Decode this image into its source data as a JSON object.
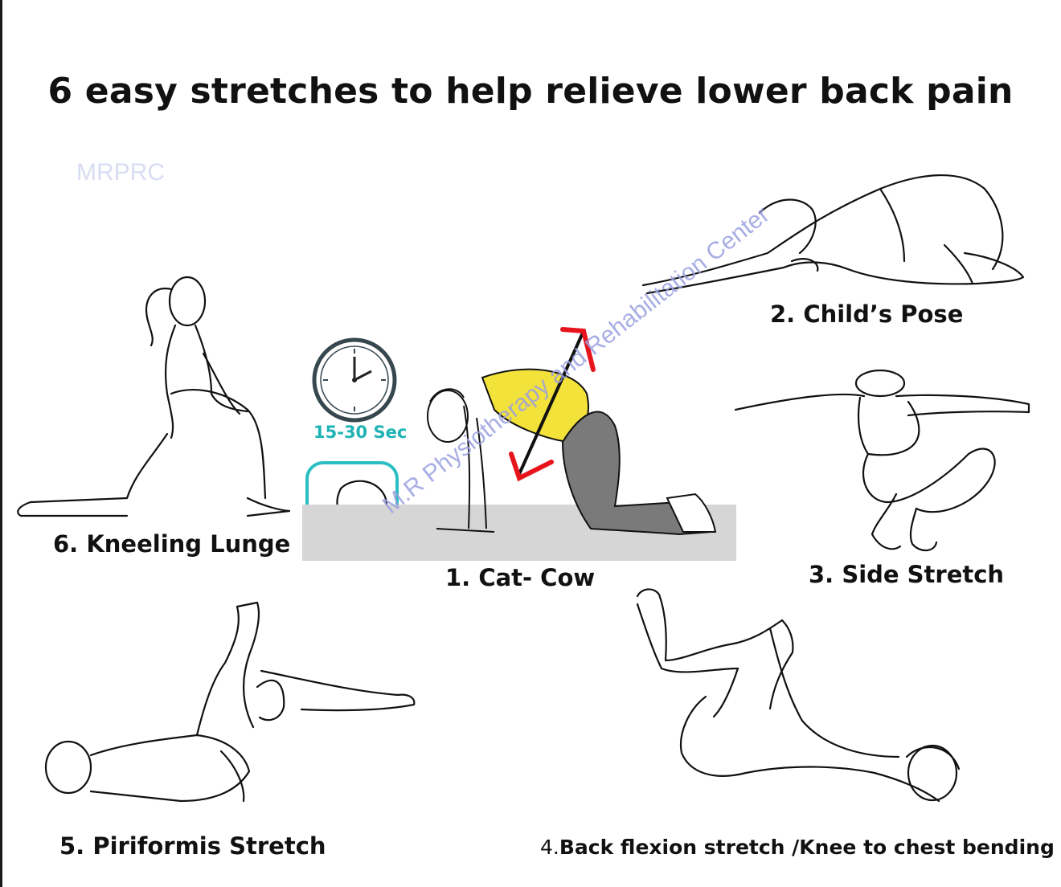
{
  "title": "6 easy stretches to help relieve lower back pain",
  "brand_mark": "MRPRC",
  "watermark": "M.R Physiotherapy and Rehabilitation Center",
  "timer": {
    "label": "15-30 Sec"
  },
  "stretches": [
    {
      "number": "1.",
      "name": "Cat- Cow"
    },
    {
      "number": "2.",
      "name": "Child’s Pose"
    },
    {
      "number": "3.",
      "name": "Side Stretch"
    },
    {
      "number": "4.",
      "name": "Back flexion stretch /Knee to chest bending"
    },
    {
      "number": "5.",
      "name": "Piriformis Stretch"
    },
    {
      "number": "6.",
      "name": "Kneeling Lunge"
    }
  ],
  "colors": {
    "shirt": "#f2e23a",
    "pants": "#7a7a7a",
    "arrow": "#e8141c",
    "accent": "#2bbfc3",
    "mat": "#d6d6d6"
  },
  "icons": [
    "clock-icon",
    "breathing-icon",
    "up-arrow-icon",
    "down-arrow-icon"
  ]
}
